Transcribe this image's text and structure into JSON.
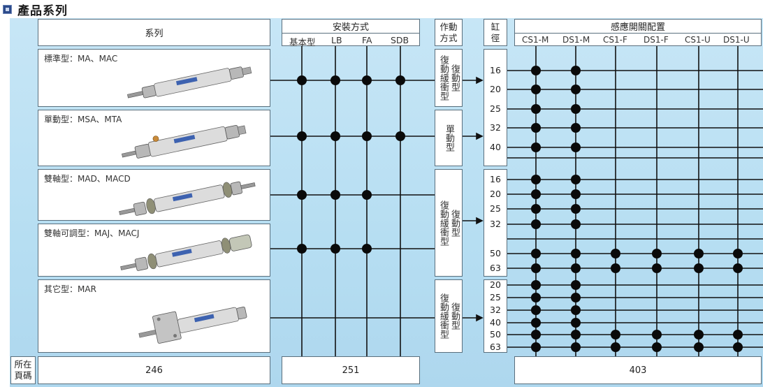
{
  "page_title": "產品系列",
  "headers": {
    "series": "系列",
    "mounting": "安裝方式",
    "action": "作動方式",
    "bore": "缸徑",
    "sensor": "感應開關配置",
    "page_ref": "所在頁碼"
  },
  "mounting_types": [
    "基本型",
    "LB",
    "FA",
    "SDB"
  ],
  "sensor_types": [
    "CS1-M",
    "DS1-M",
    "CS1-F",
    "DS1-F",
    "CS1-U",
    "DS1-U"
  ],
  "series": [
    {
      "name": "標準型：MA、MAC",
      "mounting": [
        1,
        1,
        1,
        1
      ]
    },
    {
      "name": "單動型：MSA、MTA",
      "mounting": [
        1,
        1,
        1,
        1
      ]
    },
    {
      "name": "雙軸型：MAD、MACD",
      "mounting": [
        1,
        1,
        1,
        0
      ]
    },
    {
      "name": "雙軸可調型：MAJ、MACJ",
      "mounting": [
        1,
        1,
        1,
        0
      ]
    },
    {
      "name": "其它型：MAR",
      "mounting": [
        0,
        0,
        0,
        0
      ]
    }
  ],
  "action_groups": [
    {
      "label": "復復動動型緩衝型",
      "text": "復動型\n復動緩衝型",
      "bores": [
        "16",
        "20",
        "25",
        "32",
        "40"
      ],
      "sensors": [
        [
          1,
          1,
          0,
          0,
          0,
          0
        ],
        [
          1,
          1,
          0,
          0,
          0,
          0
        ],
        [
          1,
          1,
          0,
          0,
          0,
          0
        ],
        [
          1,
          1,
          0,
          0,
          0,
          0
        ],
        [
          1,
          1,
          0,
          0,
          0,
          0
        ]
      ]
    },
    {
      "label": "單動型",
      "text": "單動型",
      "bores": [],
      "sensors": []
    },
    {
      "label": "復復動動型緩衝型",
      "text": "復動型\n復動緩衝型",
      "bores": [
        "16",
        "20",
        "25",
        "32",
        "50",
        "63"
      ],
      "sensors": [
        [
          1,
          1,
          0,
          0,
          0,
          0
        ],
        [
          1,
          1,
          0,
          0,
          0,
          0
        ],
        [
          1,
          1,
          0,
          0,
          0,
          0
        ],
        [
          1,
          1,
          0,
          0,
          0,
          0
        ],
        [
          1,
          1,
          1,
          1,
          1,
          1
        ],
        [
          1,
          1,
          1,
          1,
          1,
          1
        ]
      ]
    },
    {
      "label": "復復動動型緩衝型",
      "text": "復動型\n復動緩衝型",
      "bores": [
        "20",
        "25",
        "32",
        "40",
        "50",
        "63"
      ],
      "sensors": [
        [
          1,
          1,
          0,
          0,
          0,
          0
        ],
        [
          1,
          1,
          0,
          0,
          0,
          0
        ],
        [
          1,
          1,
          0,
          0,
          0,
          0
        ],
        [
          1,
          1,
          0,
          0,
          0,
          0
        ],
        [
          1,
          1,
          1,
          1,
          1,
          1
        ],
        [
          1,
          1,
          1,
          1,
          1,
          1
        ]
      ]
    }
  ],
  "page_numbers": {
    "series": "246",
    "mounting": "251",
    "sensor": "403"
  },
  "colors": {
    "panel": "#b6def2",
    "line": "#111111",
    "dot": "#0a0a0a",
    "border": "#5a6f7d",
    "title_icon": "#2b4a8a"
  }
}
